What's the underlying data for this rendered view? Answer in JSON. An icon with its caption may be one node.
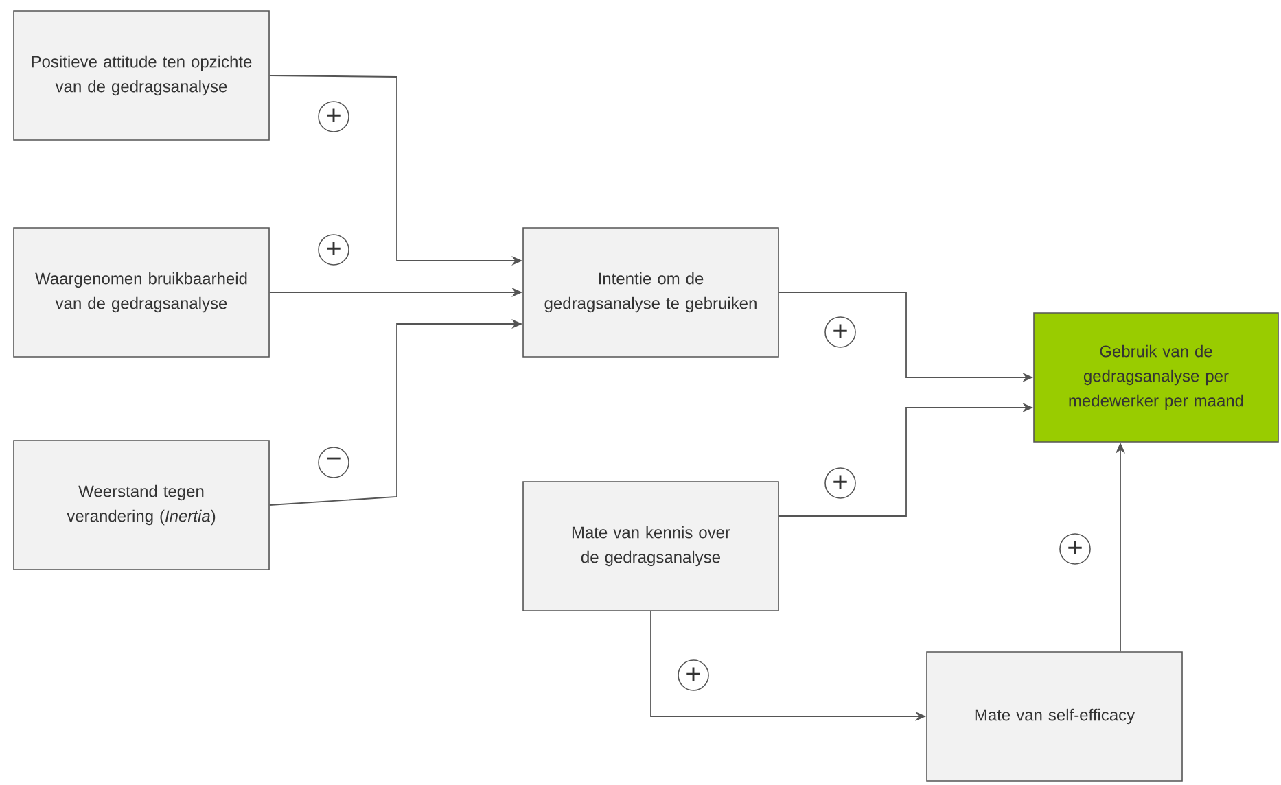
{
  "diagram": {
    "nodes": [
      {
        "text": [
          "Positieve attitude ten opzichte van de gedragsanalyse"
        ]
      },
      {
        "text": [
          "Waargenomen bruikbaarheid van de gedragsanalyse"
        ]
      },
      {
        "text": [
          "Weerstand tegen verandering (*Inertia*)"
        ]
      },
      {
        "text": [
          "Intentie om de gedragsanalyse te gebruiken"
        ]
      },
      {
        "text": [
          "Gebruik van de gedragsanalyse per medewerker per maand"
        ]
      },
      {
        "text": [
          "Mate van kennis over de gedragsanalyse"
        ]
      },
      {
        "text": [
          "Mate van self-efficacy"
        ]
      }
    ],
    "edges": [
      {
        "from": 0,
        "to": 3,
        "arrow": "to",
        "label": "+"
      },
      {
        "from": 1,
        "to": 3,
        "arrow": "to",
        "label": "+"
      },
      {
        "from": 2,
        "to": 3,
        "arrow": "to",
        "label": "−"
      },
      {
        "from": 3,
        "to": 4,
        "arrow": "to",
        "label": "+"
      },
      {
        "from": 5,
        "to": 4,
        "arrow": "to",
        "label": "+"
      },
      {
        "from": 5,
        "to": 6,
        "arrow": "to",
        "label": "+"
      },
      {
        "from": 6,
        "to": 4,
        "arrow": "to",
        "label": "+"
      }
    ]
  }
}
